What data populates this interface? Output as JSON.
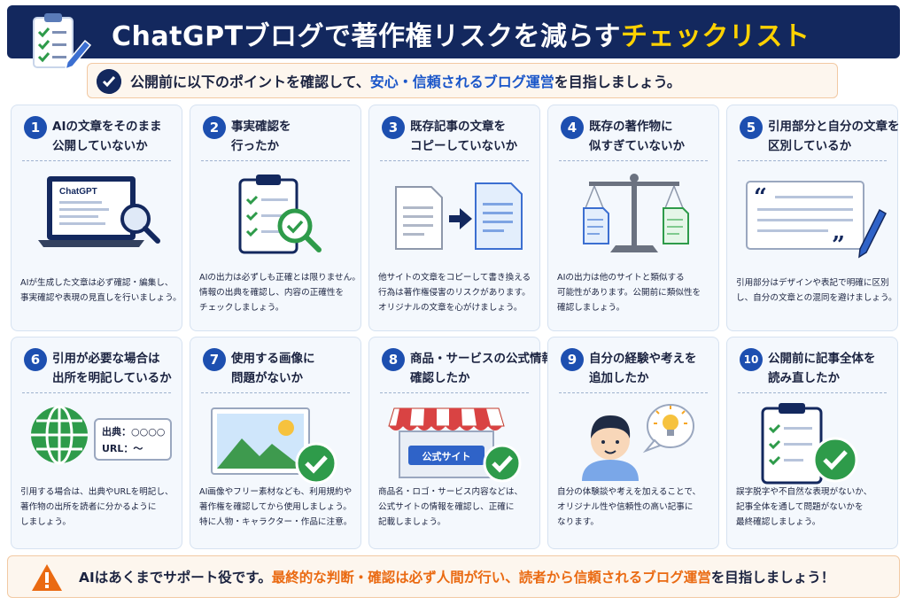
{
  "header": {
    "title_main": "ChatGPTブログで著作権リスクを減らす",
    "title_highlight": "チェックリスト",
    "icon": "clipboard-checklist-pencil-icon"
  },
  "intro": {
    "text_before": "公開前に以下のポイントを確認して、",
    "text_highlight": "安心・信頼されるブログ運営",
    "text_after": "を目指しましょう。",
    "icon": "check-circle-icon"
  },
  "cards": [
    {
      "number": "1",
      "title": [
        "AIの文章をそのまま",
        "公開していないか"
      ],
      "icon": "laptop-magnifier-icon",
      "screen_label": "ChatGPT",
      "desc": [
        "AIが生成した文章は必ず確認・編集し、",
        "事実確認や表現の見直しを行いましょう。"
      ]
    },
    {
      "number": "2",
      "title": [
        "事実確認を",
        "行ったか"
      ],
      "icon": "clipboard-check-magnifier-icon",
      "desc": [
        "AIの出力は必ずしも正確とは限りません。",
        "情報の出典を確認し、内容の正確性を",
        "チェックしましょう。"
      ]
    },
    {
      "number": "3",
      "title": [
        "既存記事の文章を",
        "コピーしていないか"
      ],
      "icon": "document-copy-arrow-icon",
      "desc": [
        "他サイトの文章をコピーして書き換える",
        "行為は著作権侵害のリスクがあります。",
        "オリジナルの文章を心がけましょう。"
      ]
    },
    {
      "number": "4",
      "title": [
        "既存の著作物に",
        "似すぎていないか"
      ],
      "icon": "balance-scale-icon",
      "desc": [
        "AIの出力は他のサイトと類似する",
        "可能性があります。公開前に類似性を",
        "確認しましょう。"
      ]
    },
    {
      "number": "5",
      "title": [
        "引用部分と自分の文章を",
        "区別しているか"
      ],
      "icon": "quote-card-pen-icon",
      "desc": [
        "引用部分はデザインや表記で明確に区別",
        "し、自分の文章との混同を避けましょう。"
      ]
    },
    {
      "number": "6",
      "title": [
        "引用が必要な場合は",
        "出所を明記しているか"
      ],
      "icon": "globe-source-icon",
      "source_line1": "出典：○○○○",
      "source_line2": "URL：～",
      "desc": [
        "引用する場合は、出典やURLを明記し、",
        "著作物の出所を読者に分かるように",
        "しましょう。"
      ]
    },
    {
      "number": "7",
      "title": [
        "使用する画像に",
        "問題がないか"
      ],
      "icon": "image-check-icon",
      "desc": [
        "AI画像やフリー素材なども、利用規約や",
        "著作権を確認してから使用しましょう。",
        "特に人物・キャラクター・作品に注意。"
      ]
    },
    {
      "number": "8",
      "title": [
        "商品・サービスの公式情報を",
        "確認したか"
      ],
      "icon": "shop-check-icon",
      "shop_label": "公式サイト",
      "desc": [
        "商品名・ロゴ・サービス内容などは、",
        "公式サイトの情報を確認し、正確に",
        "記載しましょう。"
      ]
    },
    {
      "number": "9",
      "title": [
        "自分の経験や考えを",
        "追加したか"
      ],
      "icon": "person-lightbulb-icon",
      "desc": [
        "自分の体験談や考えを加えることで、",
        "オリジナル性や信頼性の高い記事に",
        "なります。"
      ]
    },
    {
      "number": "10",
      "title": [
        "公開前に記事全体を",
        "読み直したか"
      ],
      "icon": "clipboard-final-check-icon",
      "desc": [
        "誤字脱字や不自然な表現がないか、",
        "記事全体を通して問題がないかを",
        "最終確認しましょう。"
      ]
    }
  ],
  "footer": {
    "text_before": "AIはあくまでサポート役です。",
    "text_highlight": "最終的な判断・確認は必ず人間が行い、読者から信頼されるブログ運営",
    "text_after": "を目指しましょう！",
    "icon": "warning-triangle-icon"
  },
  "colors": {
    "navy": "#13285e",
    "accent_blue": "#1d4fb0",
    "yellow": "#ffd200",
    "orange": "#ea6a12",
    "green": "#2e9b4a",
    "card_bg": "#f4f8fd"
  }
}
